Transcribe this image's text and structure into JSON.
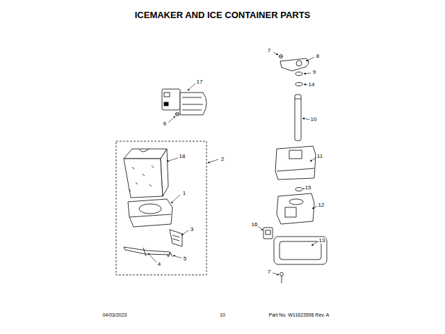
{
  "diagram": {
    "title": "ICEMAKER AND ICE CONTAINER PARTS",
    "labels": [
      "7",
      "8",
      "17",
      "9",
      "14",
      "10",
      "6",
      "2",
      "18",
      "11",
      "1",
      "15",
      "12",
      "16",
      "3",
      "13",
      "5",
      "4",
      "7",
      "04/03/2023",
      "10",
      "Part No. W11623598 Rev. A"
    ]
  }
}
